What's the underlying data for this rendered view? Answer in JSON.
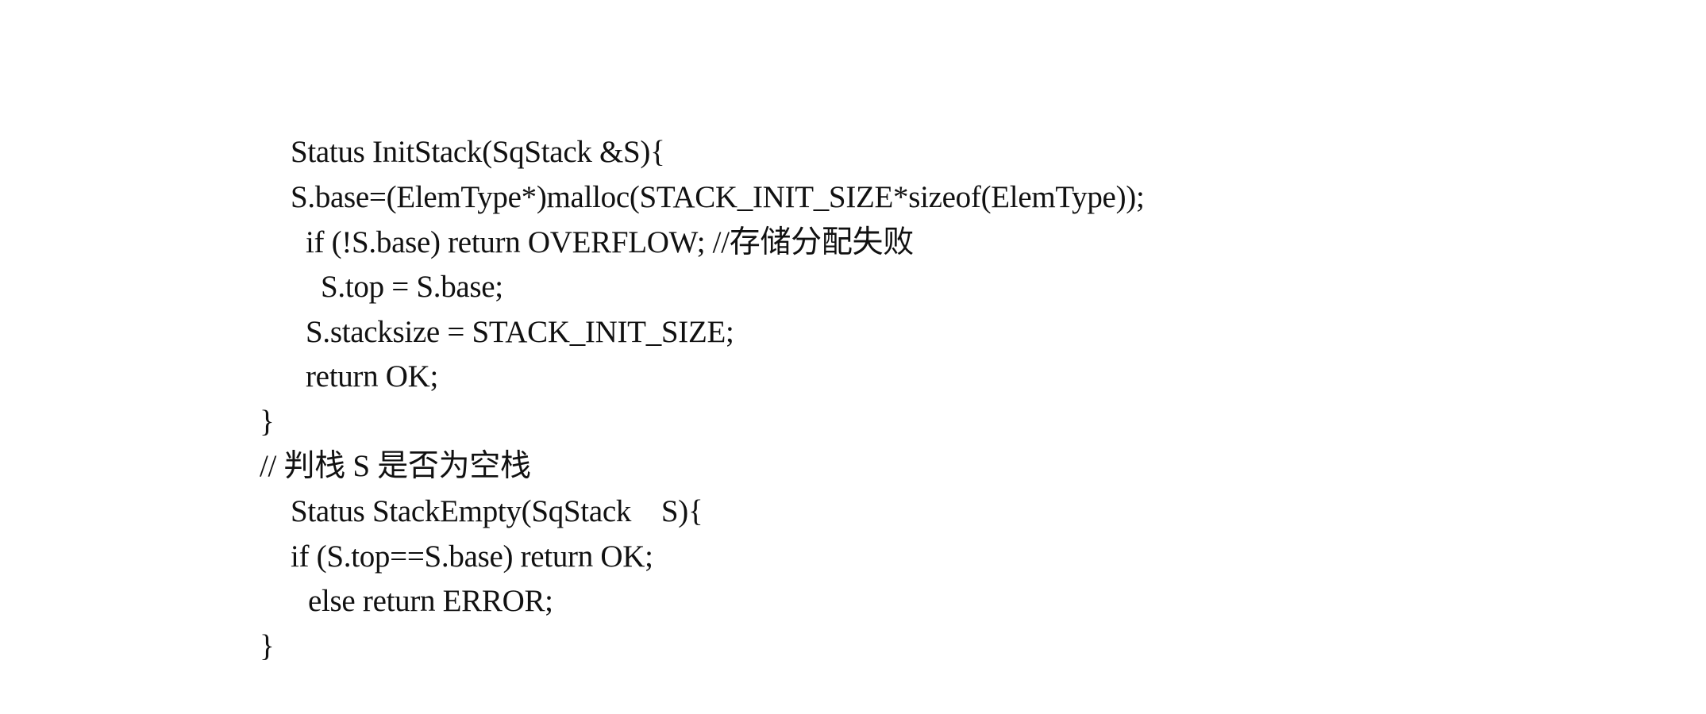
{
  "code": {
    "lines": [
      "Status InitStack(SqStack &S){",
      "S.base=(ElemType*)malloc(STACK_INIT_SIZE*sizeof(ElemType));",
      "if (!S.base) return OVERFLOW; //存储分配失败",
      "S.top = S.base;",
      "S.stacksize = STACK_INIT_SIZE;",
      "return OK;",
      "}",
      "// 判栈 S 是否为空栈",
      "Status StackEmpty(SqStack    S){",
      "if (S.top==S.base) return OK;",
      "else return ERROR;",
      "}"
    ]
  }
}
